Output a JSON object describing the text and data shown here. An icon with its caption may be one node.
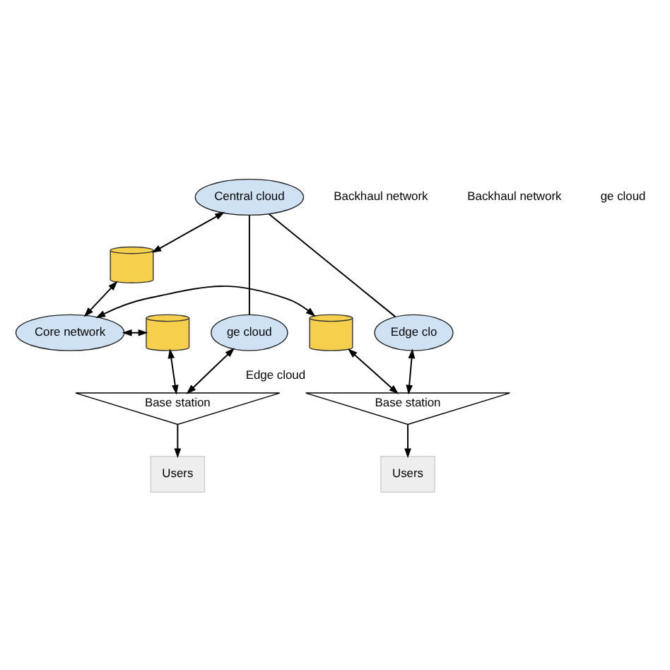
{
  "diagram": {
    "nodes": [
      {
        "text": [
          "Central cloud"
        ]
      },
      {
        "text": [],
        "shape": "cylinder"
      },
      {
        "text": [
          "ge cloud"
        ]
      },
      {
        "text": [],
        "shape": "cylinder"
      },
      {
        "text": [
          "Core network"
        ]
      },
      {
        "text": [],
        "shape": "cylinder"
      },
      {
        "text": [
          "Edge clo"
        ]
      },
      {
        "text": [
          "Base station"
        ]
      },
      {
        "text": [
          "Base station"
        ],
        "beside": [
          "Edge cloud"
        ]
      },
      {
        "text": [
          "Users"
        ]
      },
      {
        "text": [
          "Users"
        ]
      }
    ],
    "edges": [
      {
        "from": 0,
        "to": 2,
        "arrow": "none"
      },
      {
        "from": 0,
        "to": 6,
        "arrow": "none"
      },
      {
        "from": 0,
        "to": 1,
        "arrow": "both"
      },
      {
        "from": 1,
        "to": 4,
        "arrow": "both"
      },
      {
        "from": 3,
        "to": 4,
        "arrow": "both"
      },
      {
        "from": 4,
        "to": 5,
        "arrow": "both"
      },
      {
        "from": 3,
        "to": 7,
        "arrow": "both"
      },
      {
        "from": 5,
        "to": 8,
        "arrow": "both"
      },
      {
        "from": 7,
        "to": 2,
        "arrow": "both"
      },
      {
        "from": 8,
        "to": 6,
        "arrow": "both"
      },
      {
        "from": 7,
        "to": 9,
        "arrow": "to"
      },
      {
        "from": 8,
        "to": 10,
        "arrow": "to"
      }
    ],
    "labels": [
      "Backhaul network",
      "Backhaul network",
      "ge cloud"
    ]
  }
}
